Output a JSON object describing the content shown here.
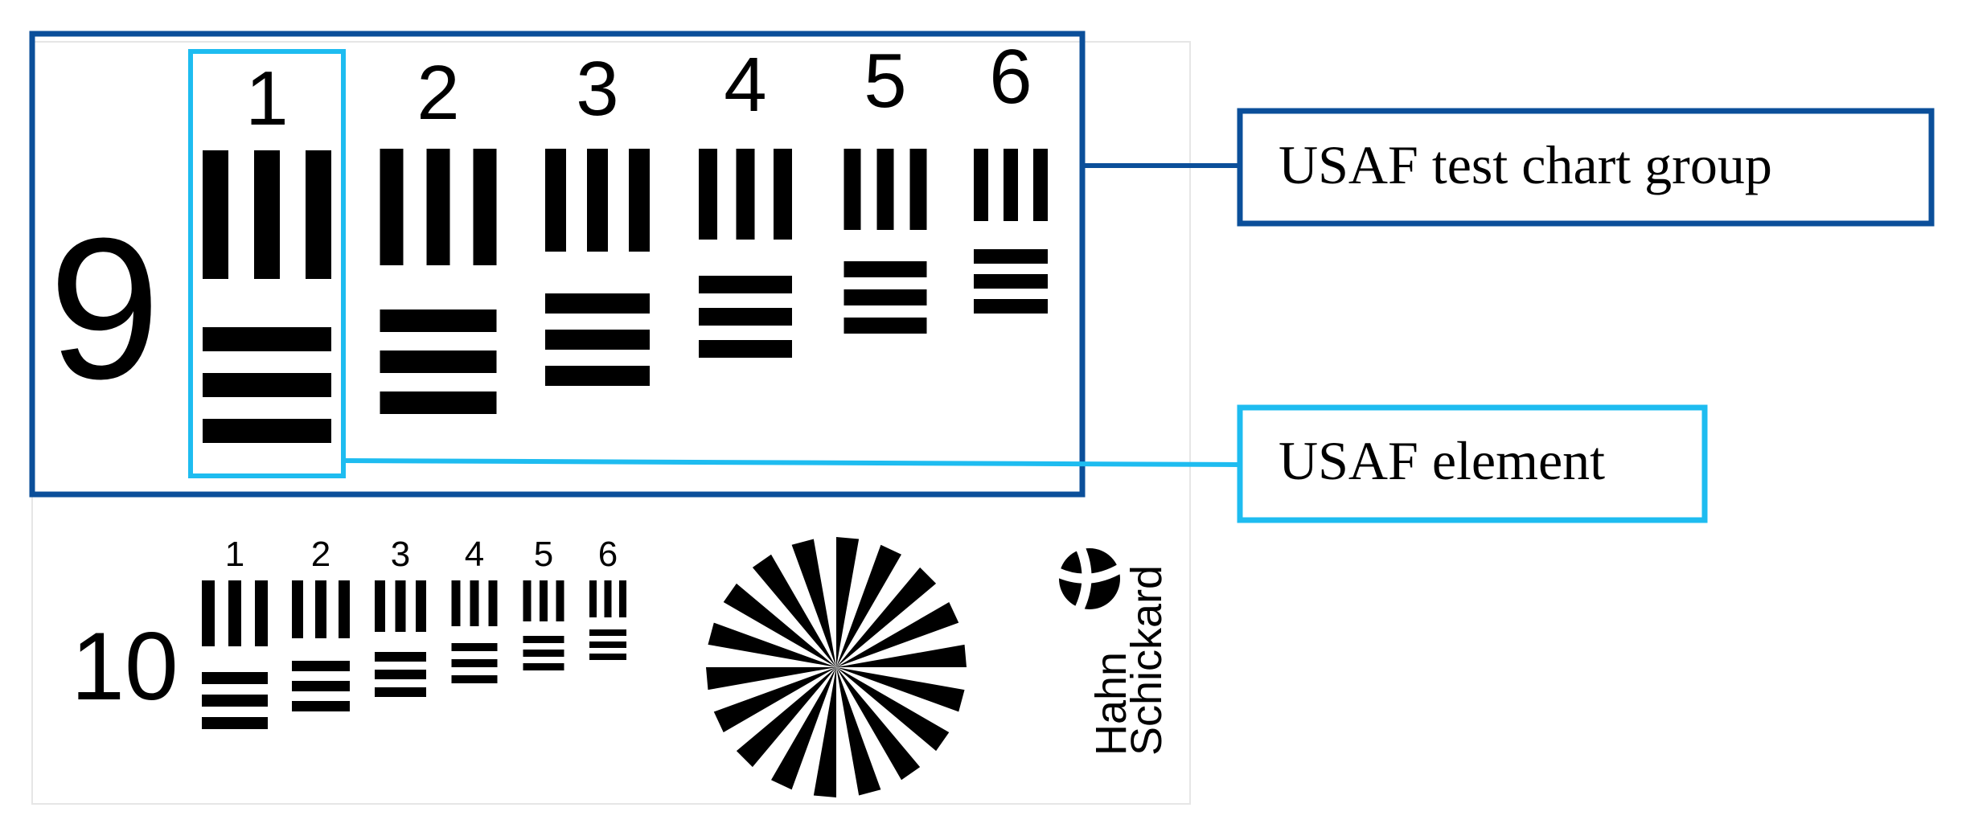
{
  "colors": {
    "group_box": "#0b4f9a",
    "element_box": "#1ebcf0",
    "bars": "#000000",
    "chart_background": "#ffffff"
  },
  "callouts": {
    "group_label": "USAF test chart group",
    "element_label": "USAF element"
  },
  "chart": {
    "group_9": {
      "group_number": "9",
      "element_numbers": [
        "1",
        "2",
        "3",
        "4",
        "5",
        "6"
      ]
    },
    "group_10": {
      "group_number": "10",
      "element_numbers": [
        "1",
        "2",
        "3",
        "4",
        "5",
        "6"
      ]
    },
    "siemens_star": {
      "spoke_count": 36
    },
    "logo": {
      "line1": "Hahn",
      "line2": "Schickard"
    }
  }
}
